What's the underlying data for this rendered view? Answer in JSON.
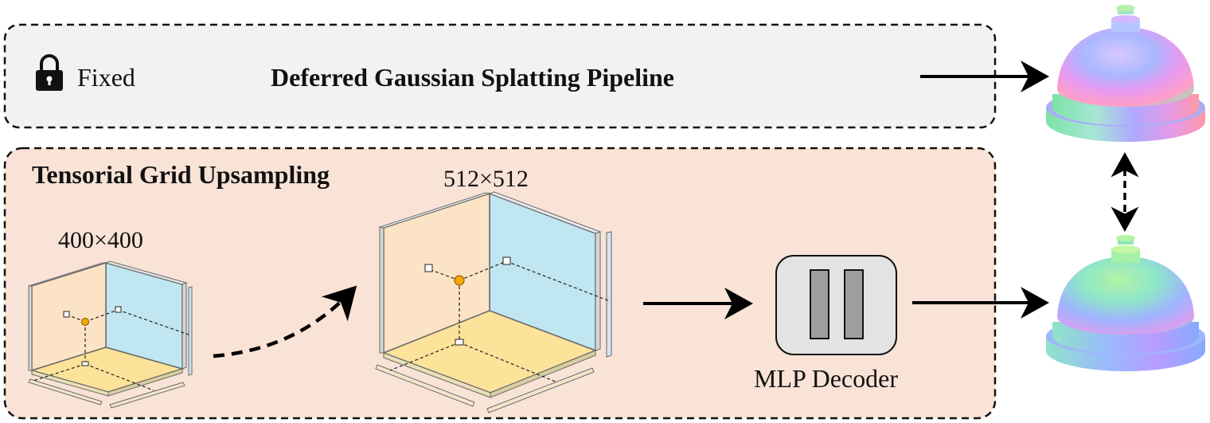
{
  "colors": {
    "fixed_panel_fill": "#f2f2f2",
    "upsampling_panel_fill": "#f8e3d6",
    "front_plane": "#fde3c6",
    "side_plane": "#bfe6f1",
    "floor_plane": "#fde29a",
    "point": "#f5a800",
    "mlp_box": "#e3e3e3",
    "mlp_bar": "#9e9e9e"
  },
  "fixed_panel": {
    "lock_icon": "lock-icon",
    "lock_label": "Fixed",
    "title": "Deferred Gaussian Splatting Pipeline"
  },
  "upsampling_panel": {
    "title": "Tensorial Grid Upsampling",
    "small_grid_label": "400×400",
    "large_grid_label": "512×512",
    "decoder_label": "MLP Decoder"
  },
  "renders": {
    "top_icon": "bell-normal-map-render",
    "bottom_icon": "bell-normal-map-render-upsampled"
  }
}
